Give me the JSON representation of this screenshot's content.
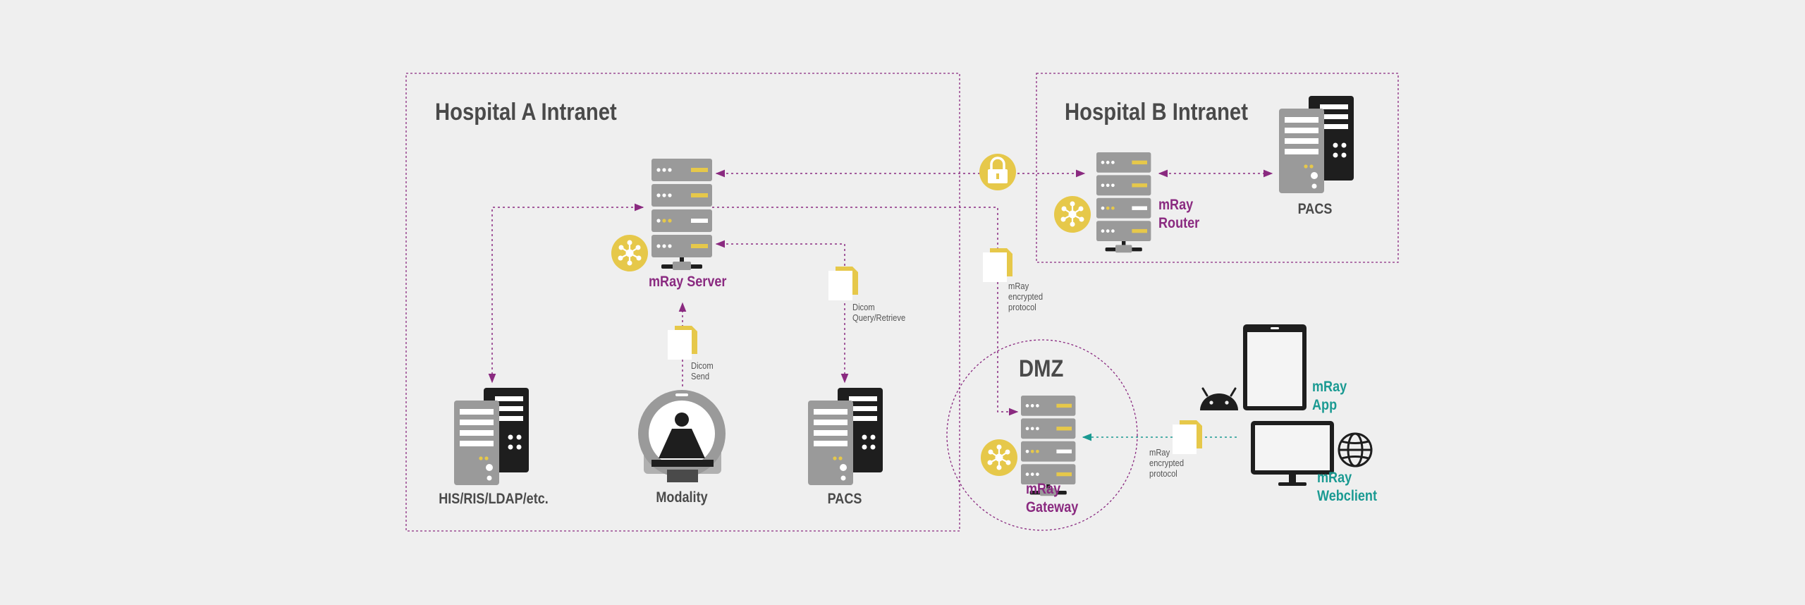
{
  "zones": {
    "hospital_a": "Hospital A Intranet",
    "hospital_b": "Hospital B Intranet",
    "dmz": "DMZ"
  },
  "nodes": {
    "mray_server": "mRay Server",
    "his": "HIS/RIS/LDAP/etc.",
    "modality": "Modality",
    "pacs_a": "PACS",
    "pacs_b": "PACS",
    "mray_router": "mRay\nRouter",
    "mray_gateway": "mRay\nGateway",
    "mray_app": "mRay\nApp",
    "mray_webclient": "mRay\nWebclient"
  },
  "annotations": {
    "dicom_send": "Dicom\nSend",
    "dicom_query": "Dicom\nQuery/Retrieve",
    "encrypted_top": "mRay\nencrypted\nprotocol",
    "encrypted_bottom": "mRay\nencrypted\nprotocol"
  },
  "colors": {
    "purple": "#8a2a80",
    "teal": "#1a9a92",
    "yellow": "#e6c84a",
    "dark_gray": "#4a4a4a",
    "server_gray": "#9a9a9a",
    "black": "#1e1e1e"
  },
  "icons": [
    "rack-server-icon",
    "tower-server-icon",
    "network-hub-icon",
    "lock-icon",
    "document-icon",
    "ct-scanner-icon",
    "tablet-icon",
    "monitor-icon",
    "android-icon",
    "globe-icon"
  ]
}
